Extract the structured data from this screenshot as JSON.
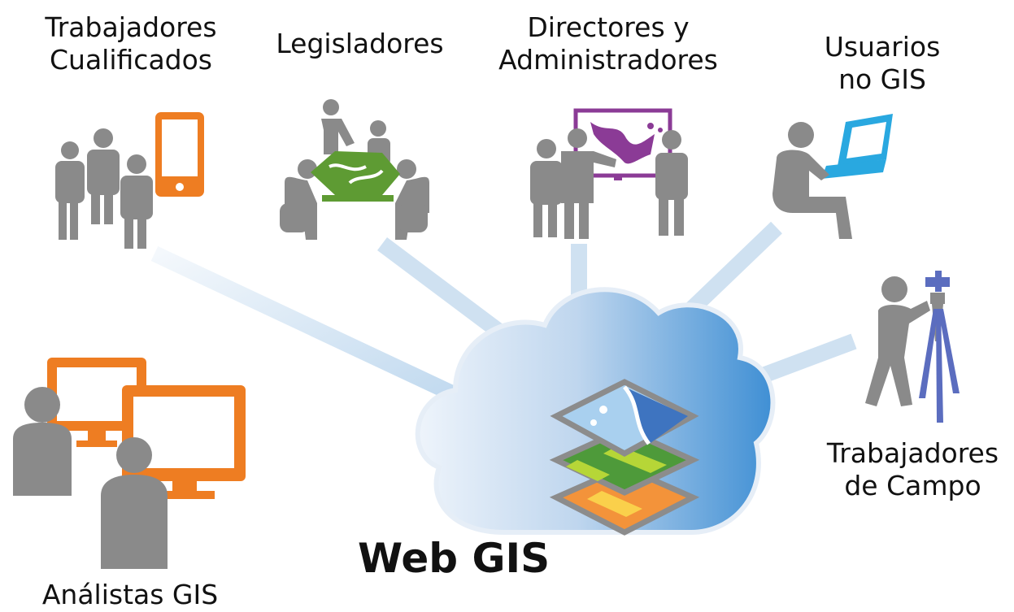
{
  "center": {
    "title": "Web GIS"
  },
  "nodes": [
    {
      "id": "skilled",
      "lines": [
        "Trabajadores",
        "Cualificados"
      ]
    },
    {
      "id": "legislators",
      "lines": [
        "Legisladores"
      ]
    },
    {
      "id": "directors",
      "lines": [
        "Directores y",
        "Administradores"
      ]
    },
    {
      "id": "nongis",
      "lines": [
        "Usuarios",
        "no GIS"
      ]
    },
    {
      "id": "field",
      "lines": [
        "Trabajadores",
        "de Campo"
      ]
    },
    {
      "id": "analysts",
      "lines": [
        "Análistas GIS"
      ]
    }
  ],
  "colors": {
    "person": "#8a8a8a",
    "orange": "#ee7d22",
    "green": "#5e9b33",
    "purple": "#8b3b96",
    "blue": "#29a8e0",
    "tripod": "#5b6dbf",
    "cloud_light": "#dce9f6",
    "cloud_dark": "#4f95d3",
    "connector": "#c9dff0",
    "connector_analyst": "#f7c24a"
  }
}
